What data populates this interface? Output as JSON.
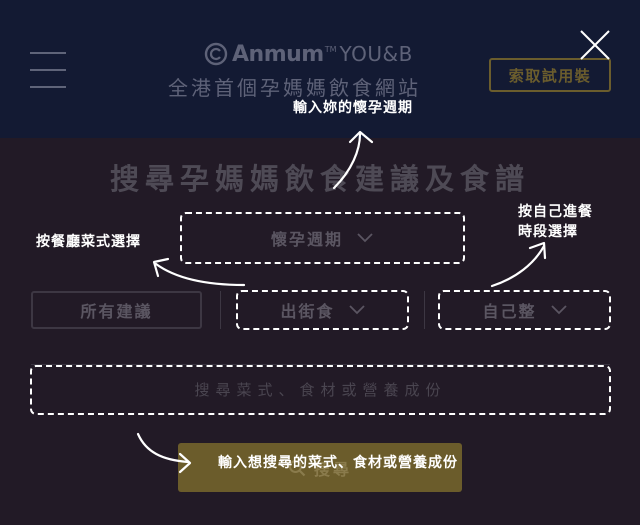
{
  "header": {
    "logo": {
      "brand": "Anmum",
      "tm": "TM",
      "sub": "YOU&B"
    },
    "tagline": "全港首個孕媽媽飲食網站",
    "trial_button": "索取試用裝"
  },
  "main": {
    "heading": "搜尋孕媽媽飲食建議及食譜",
    "pregnancy_week": "懷孕週期",
    "filters": {
      "all": "所有建議",
      "eat_out": "出街食",
      "self_made": "自己整"
    },
    "search": {
      "placeholder": "搜尋菜式、食材或營養成份",
      "button": "搜尋"
    }
  },
  "annotations": {
    "pregnancy_cycle": "輸入妳的懷孕週期",
    "menu_select": "按餐廳菜式選擇",
    "meal_time_line1": "按自己進餐",
    "meal_time_line2": "時段選擇",
    "search_hint": "輸入想搜尋的菜式、食材或營養成份"
  },
  "colors": {
    "header_bg": "#131a33",
    "page_bg": "#221a26",
    "gold": "#6b5c2b",
    "annotation": "#ffffff"
  }
}
